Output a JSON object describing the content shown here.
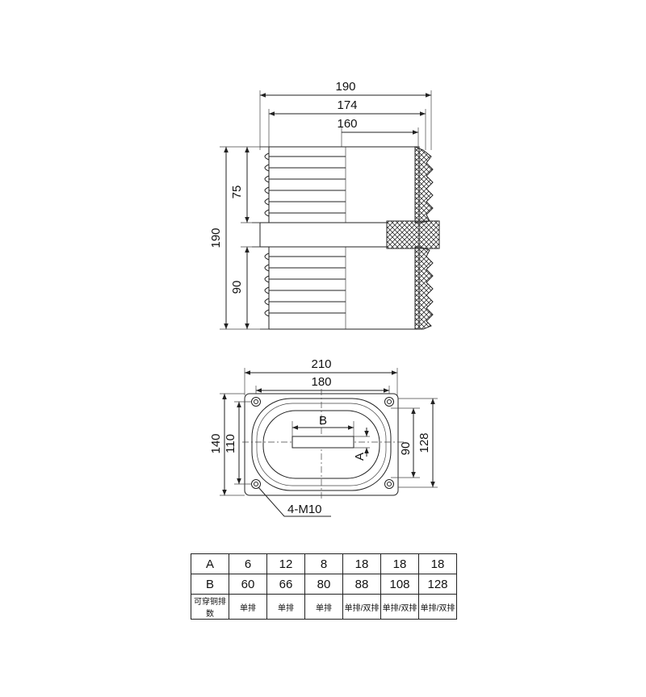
{
  "side_view": {
    "dims": {
      "overall_width": "190",
      "middle_width": "174",
      "inner_width": "160",
      "overall_height": "190",
      "upper_height": "75",
      "lower_height": "90"
    }
  },
  "bottom_view": {
    "dims": {
      "flange_width": "210",
      "hole_spacing_x": "180",
      "flange_height": "140",
      "hole_spacing_y": "110",
      "inner_height": "90",
      "outer_height": "128",
      "slot_length": "B",
      "slot_width": "A"
    },
    "hole_callout": "4-M10"
  },
  "spec_table": {
    "row_labels": [
      "A",
      "B",
      "可穿铜排数"
    ],
    "a_values": [
      "6",
      "12",
      "8",
      "18",
      "18",
      "18"
    ],
    "b_values": [
      "60",
      "66",
      "80",
      "88",
      "108",
      "128"
    ],
    "bar_types": [
      "单排",
      "单排",
      "单排",
      "单排/双排",
      "单排/双排",
      "单排/双排"
    ]
  }
}
